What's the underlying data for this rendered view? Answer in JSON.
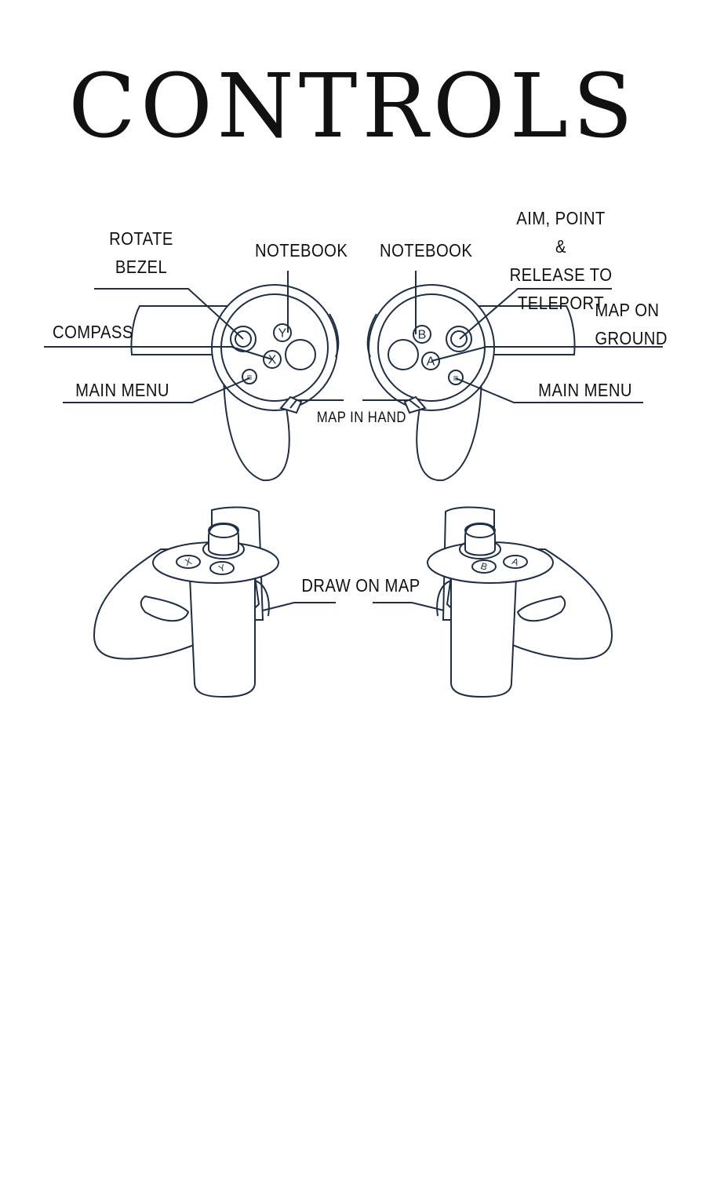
{
  "title": "CONTROLS",
  "labels": {
    "rotate_bezel": "ROTATE\nBEZEL",
    "notebook_left": "NOTEBOOK",
    "notebook_right": "NOTEBOOK",
    "aim_teleport": "AIM, POINT &\nRELEASE TO\nTELEPORT",
    "compass": "COMPASS",
    "map_on_ground": "MAP ON\nGROUND",
    "main_menu_left": "MAIN MENU",
    "main_menu_right": "MAIN MENU",
    "map_in_hand": "MAP IN HAND",
    "draw_on_map": "DRAW ON MAP"
  },
  "buttons": {
    "x": "X",
    "y": "Y",
    "a": "A",
    "b": "B",
    "menu_glyph": "≡"
  },
  "colors": {
    "ink": "#1e2e45",
    "text": "#111111"
  }
}
